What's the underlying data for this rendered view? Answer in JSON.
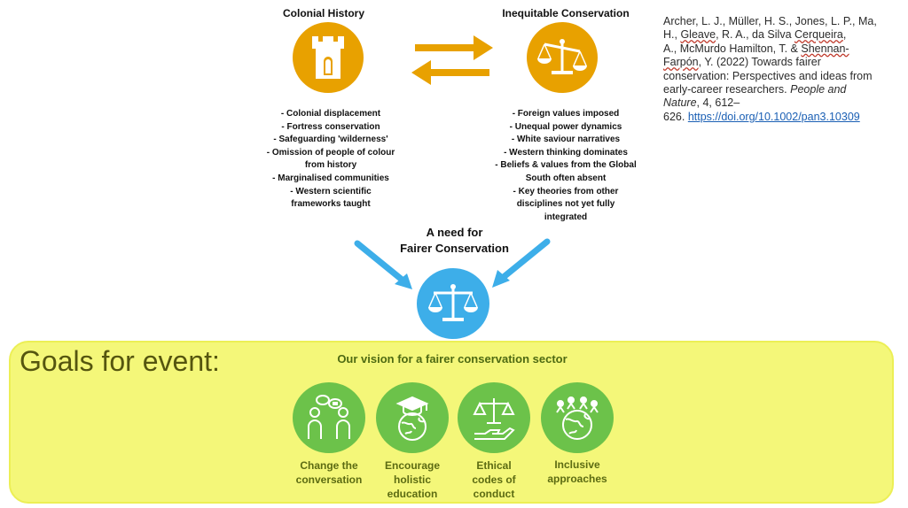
{
  "colonial": {
    "title": "Colonial History",
    "icon": "castle-tower-icon",
    "bullets": [
      "- Colonial displacement",
      "- Fortress conservation",
      "- Safeguarding 'wilderness'",
      "- Omission of people of colour",
      "from history",
      "- Marginalised communities",
      "- Western scientific",
      "frameworks taught"
    ]
  },
  "inequitable": {
    "title": "Inequitable Conservation",
    "icon": "unbalanced-scales-icon",
    "bullets": [
      "- Foreign values imposed",
      "- Unequal power dynamics",
      "- White saviour narratives",
      "- Western thinking dominates",
      "- Beliefs & values from the Global",
      "South often absent",
      "- Key theories from other",
      "disciplines not yet fully",
      "integrated"
    ]
  },
  "need": {
    "line1": "A need for",
    "line2": "Fairer Conservation",
    "icon": "balanced-scales-icon"
  },
  "citation": {
    "p1": "Archer, L. J., Müller, H. S., Jones, L. P., Ma,",
    "p2a": "H., ",
    "p2b": "Gleave",
    "p2c": ", R. A., da Silva ",
    "p2d": "Cerqueira",
    "p2e": ",",
    "p3a": "A., McMurdo Hamilton, T. & ",
    "p3b": "Shennan-",
    "p4a": "Farpón",
    "p4b": ", Y. (2022) Towards fairer",
    "p5": "conservation: Perspectives and ideas from",
    "p6": "early-career researchers.",
    "p6i": "People and",
    "p7i": "Nature",
    "p7": ", 4, 612–",
    "p8": " 626. ",
    "link": "https://doi.org/10.1002/pan3.10309"
  },
  "goals": {
    "title": "Goals for event:",
    "vision": "Our vision for a fairer conservation sector",
    "items": [
      {
        "icon": "people-conversation-icon",
        "lines": [
          "Change the",
          "conversation"
        ]
      },
      {
        "icon": "graduation-globe-icon",
        "lines": [
          "Encourage",
          "holistic",
          "education"
        ]
      },
      {
        "icon": "scales-handshake-icon",
        "lines": [
          "Ethical",
          "codes of",
          "conduct"
        ]
      },
      {
        "icon": "people-globe-icon",
        "lines": [
          "Inclusive",
          "approaches"
        ]
      }
    ]
  },
  "colors": {
    "orange": "#e8a100",
    "blue": "#3daee9",
    "green": "#6cc24a",
    "highlight": "#f4f779"
  }
}
